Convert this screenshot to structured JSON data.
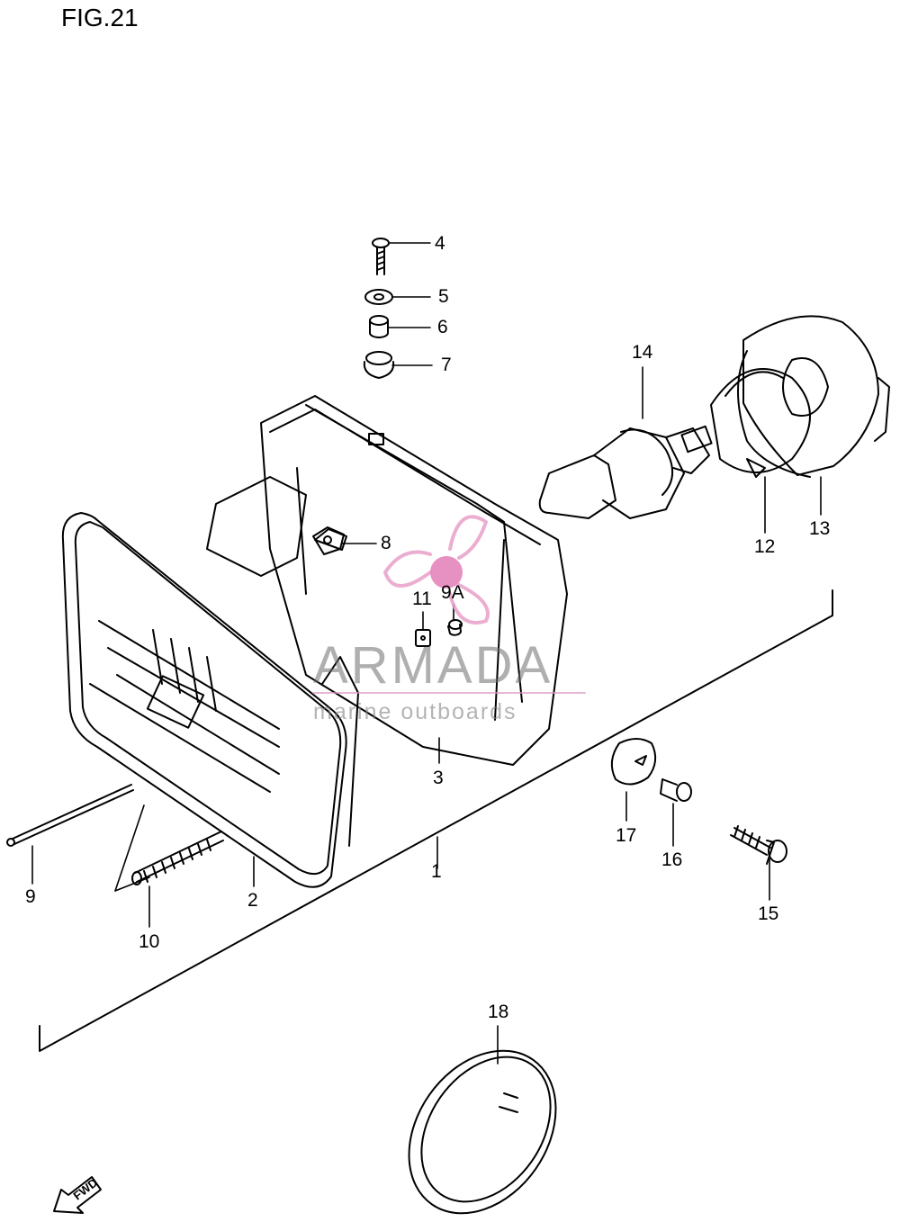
{
  "title": "FIG.21",
  "watermark": {
    "brand": "ARMADA",
    "subtitle": "marine outboards",
    "colors": {
      "logo_pink": "#e8a0c8",
      "logo_dot": "#e070b0",
      "text_gray": "#777777"
    }
  },
  "fwd_label": "FWD",
  "callouts": [
    {
      "id": "1",
      "label": "1"
    },
    {
      "id": "2",
      "label": "2"
    },
    {
      "id": "3",
      "label": "3"
    },
    {
      "id": "4",
      "label": "4"
    },
    {
      "id": "5",
      "label": "5"
    },
    {
      "id": "6",
      "label": "6"
    },
    {
      "id": "7",
      "label": "7"
    },
    {
      "id": "8",
      "label": "8"
    },
    {
      "id": "9",
      "label": "9"
    },
    {
      "id": "9A",
      "label": "9A"
    },
    {
      "id": "10",
      "label": "10"
    },
    {
      "id": "11",
      "label": "11"
    },
    {
      "id": "12",
      "label": "12"
    },
    {
      "id": "13",
      "label": "13"
    },
    {
      "id": "14",
      "label": "14"
    },
    {
      "id": "15",
      "label": "15"
    },
    {
      "id": "16",
      "label": "16"
    },
    {
      "id": "17",
      "label": "17"
    },
    {
      "id": "18",
      "label": "18"
    }
  ]
}
